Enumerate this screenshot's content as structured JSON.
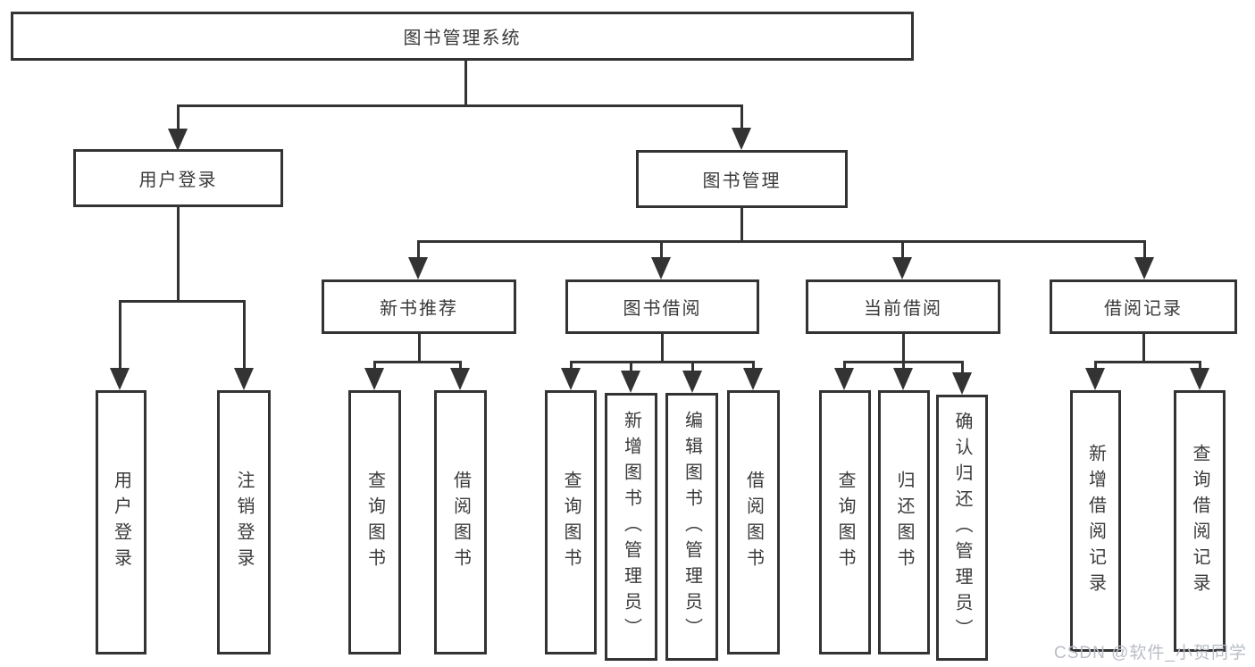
{
  "tree": {
    "root": {
      "label": "图书管理系统"
    },
    "level2": [
      {
        "label": "用户登录",
        "parent": "图书管理系统"
      },
      {
        "label": "图书管理",
        "parent": "图书管理系统"
      }
    ],
    "level3": [
      {
        "label": "新书推荐",
        "parent": "图书管理"
      },
      {
        "label": "图书借阅",
        "parent": "图书管理"
      },
      {
        "label": "当前借阅",
        "parent": "图书管理"
      },
      {
        "label": "借阅记录",
        "parent": "图书管理"
      }
    ],
    "leaves": [
      {
        "label": "用户登录",
        "parent": "用户登录"
      },
      {
        "label": "注销登录",
        "parent": "用户登录"
      },
      {
        "label": "查询图书",
        "parent": "新书推荐"
      },
      {
        "label": "借阅图书",
        "parent": "新书推荐"
      },
      {
        "label": "查询图书",
        "parent": "图书借阅"
      },
      {
        "label": "新增图书（管理员）",
        "parent": "图书借阅"
      },
      {
        "label": "编辑图书（管理员）",
        "parent": "图书借阅"
      },
      {
        "label": "借阅图书",
        "parent": "图书借阅"
      },
      {
        "label": "查询图书",
        "parent": "当前借阅"
      },
      {
        "label": "归还图书",
        "parent": "当前借阅"
      },
      {
        "label": "确认归还（管理员）",
        "parent": "当前借阅"
      },
      {
        "label": "新增借阅记录",
        "parent": "借阅记录"
      },
      {
        "label": "查询借阅记录",
        "parent": "借阅记录"
      }
    ]
  },
  "watermark": {
    "text": "CSDN @软件_小贺同学"
  },
  "colors": {
    "line": "#333333",
    "text": "#3a3a3a",
    "background": "#ffffff",
    "watermark": "#b9bec6"
  }
}
